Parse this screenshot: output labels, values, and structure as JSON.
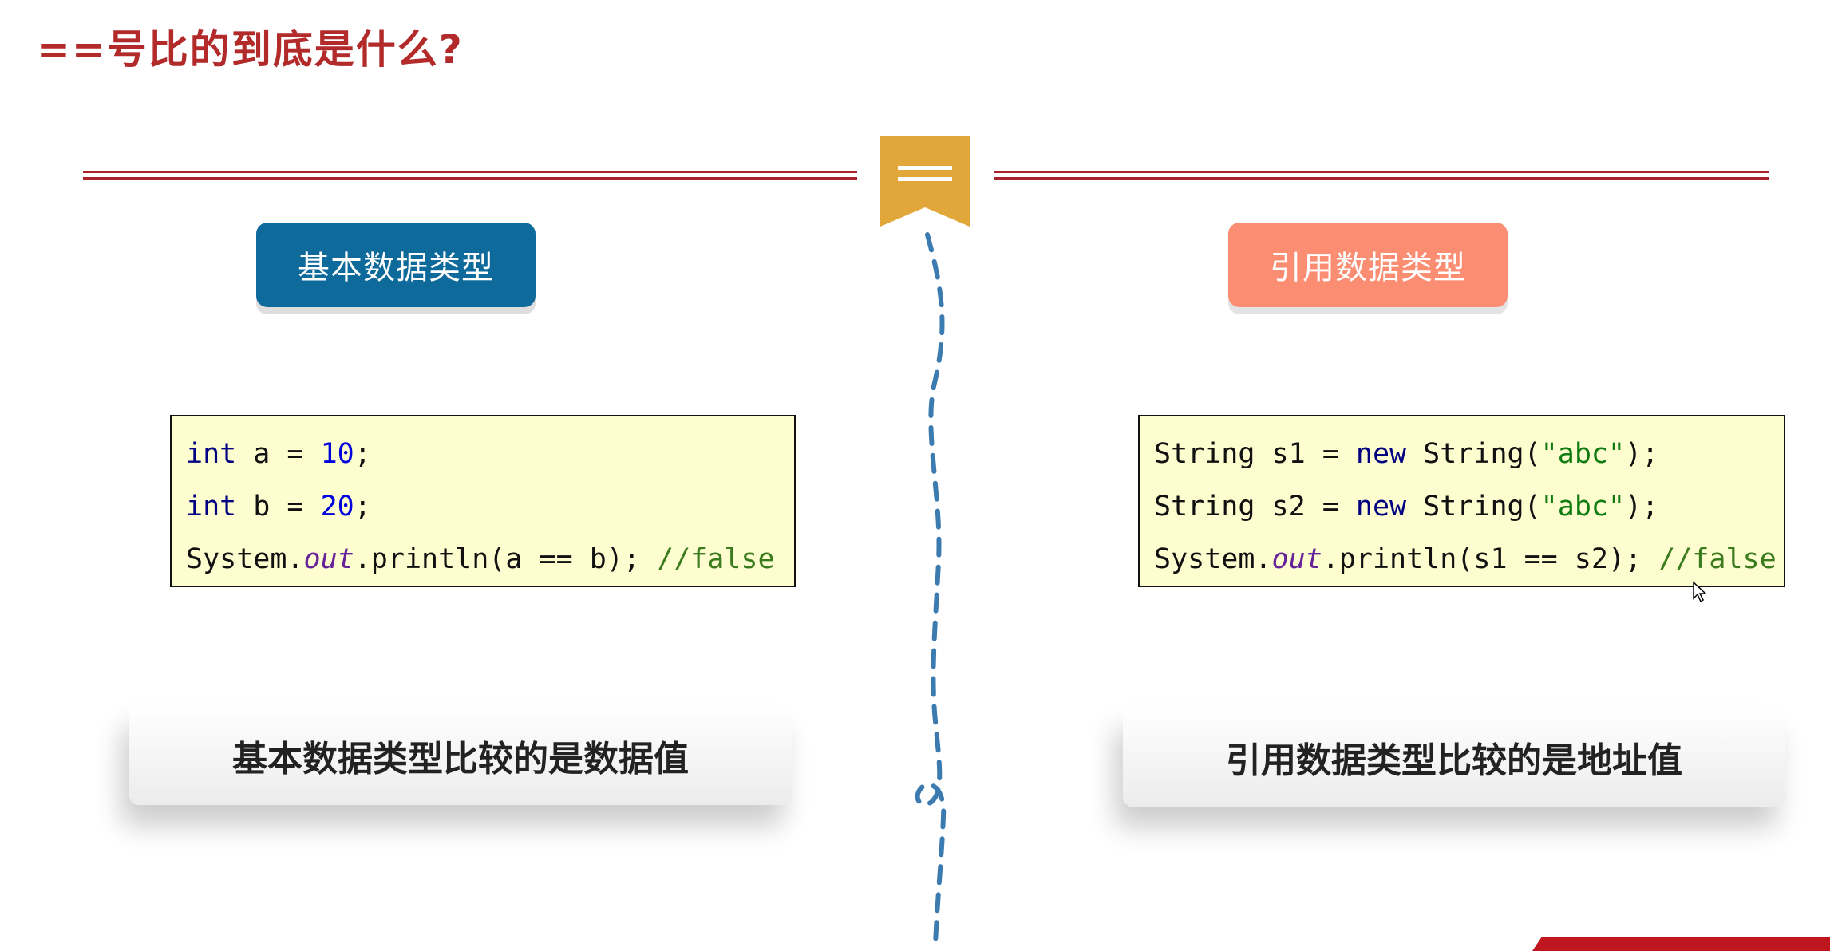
{
  "slide": {
    "title": "==号比的到底是什么?"
  },
  "left_panel": {
    "badge_label": "基本数据类型",
    "code": {
      "line1": {
        "kw": "int",
        "rest": " a = ",
        "num": "10",
        "end": ";"
      },
      "line2": {
        "kw": "int",
        "rest": " b = ",
        "num": "20",
        "end": ";"
      },
      "line3": {
        "pre": "System.",
        "field": "out",
        "mid": ".println(a == b); ",
        "comment": "//false"
      }
    },
    "summary": "基本数据类型比较的是数据值"
  },
  "right_panel": {
    "badge_label": "引用数据类型",
    "code": {
      "line1": {
        "pre": "String s1 = ",
        "kw": "new",
        "mid": " String(",
        "str": "\"abc\"",
        "end": ");"
      },
      "line2": {
        "pre": "String s2 = ",
        "kw": "new",
        "mid": " String(",
        "str": "\"abc\"",
        "end": ");"
      },
      "line3": {
        "pre": "System.",
        "field": "out",
        "mid": ".println(s1 == s2); ",
        "comment": "//false"
      }
    },
    "summary": "引用数据类型比较的是地址值"
  },
  "colors": {
    "title": "#b22a2a",
    "rule": "#a8232a",
    "ribbon": "#e2a73a",
    "primitive_badge": "#0f6a9c",
    "reference_badge": "#fb8e72",
    "code_background": "#fefdcf",
    "dashed_line": "#3b7bb0"
  },
  "icons": [
    "ribbon-bookmark-icon",
    "mouse-cursor-icon"
  ]
}
